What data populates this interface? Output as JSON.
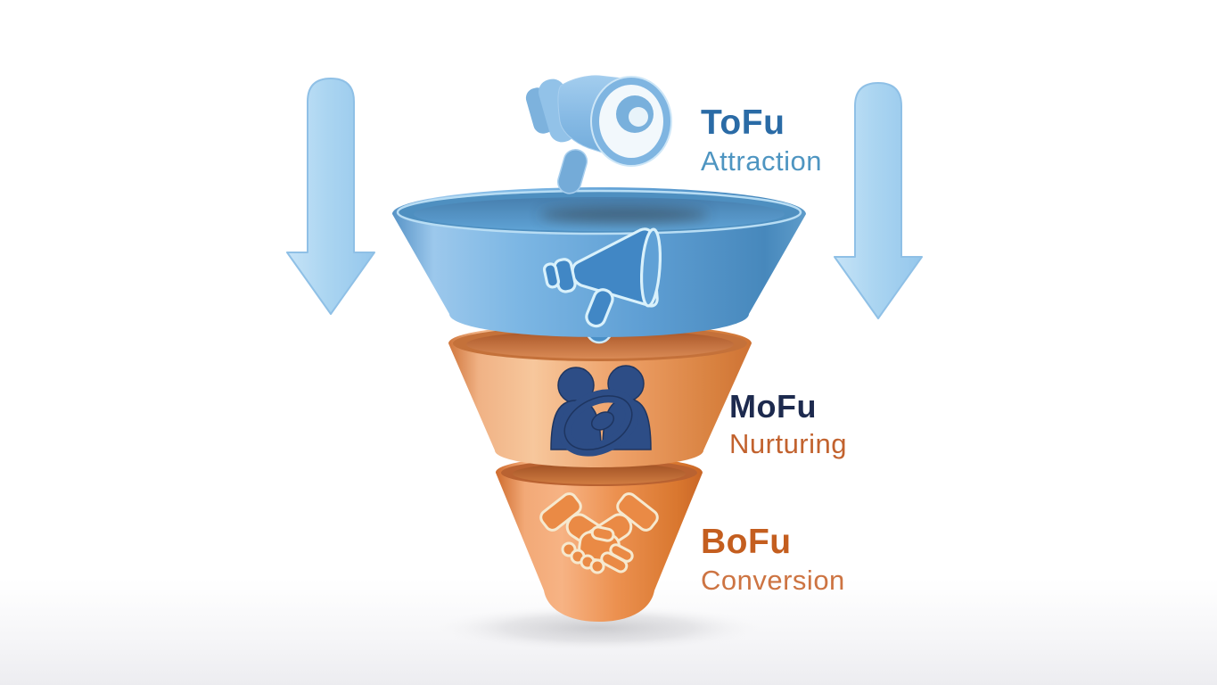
{
  "funnel": {
    "stages": [
      {
        "abbr": "ToFu",
        "name": "Attraction",
        "abbr_color": "#2a6ba6",
        "name_color": "#4e95c1",
        "section_color": "#5e9fd3",
        "icon": "megaphone-icon"
      },
      {
        "abbr": "MoFu",
        "name": "Nurturing",
        "abbr_color": "#1d2a4e",
        "name_color": "#c2622e",
        "section_color": "#eda26d",
        "icon": "people-icon"
      },
      {
        "abbr": "BoFu",
        "name": "Conversion",
        "abbr_color": "#c45e1f",
        "name_color": "#cd7442",
        "section_color": "#e98443",
        "icon": "handshake-icon"
      }
    ],
    "decor": {
      "arrow_color": "#aad4f1",
      "top_icon": "megaphone-3d-icon",
      "background_color": "#ffffff"
    }
  }
}
